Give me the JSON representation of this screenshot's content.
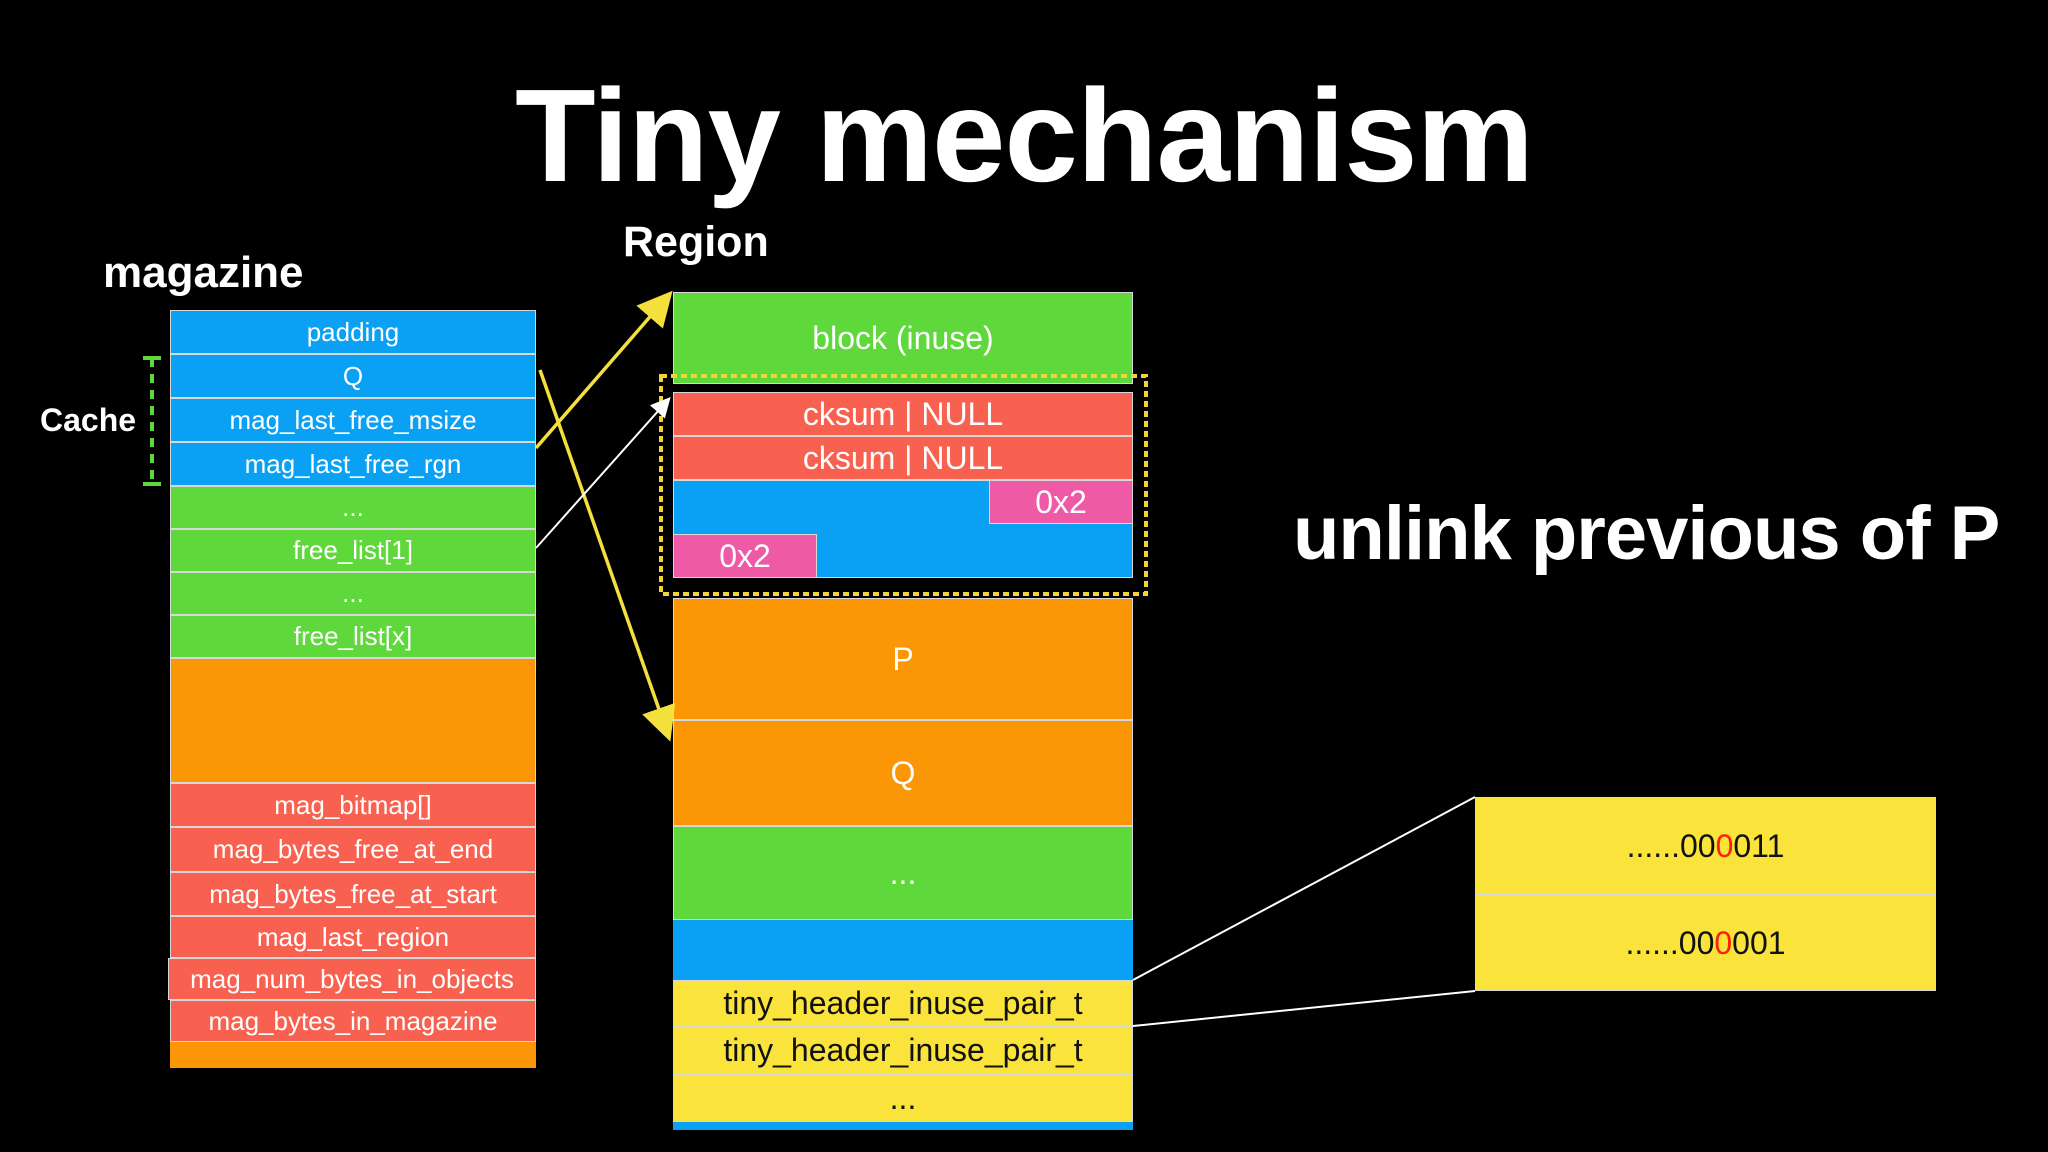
{
  "title": "Tiny mechanism",
  "labels": {
    "magazine": "magazine",
    "region": "Region",
    "cache": "Cache",
    "note": "unlink previous of P"
  },
  "magazine_cells": [
    "padding",
    "Q",
    "mag_last_free_msize",
    "mag_last_free_rgn",
    "...",
    "free_list[1]",
    "...",
    "free_list[x]",
    "",
    "mag_bitmap[]",
    "mag_bytes_free_at_end",
    "mag_bytes_free_at_start",
    "mag_last_region",
    "mag_num_bytes_in_objects",
    "mag_bytes_in_magazine",
    ""
  ],
  "region_cells": [
    "block (inuse)",
    "cksum | NULL",
    "cksum | NULL",
    "",
    "0x2",
    "0x2",
    "P",
    "Q",
    "...",
    "",
    "tiny_header_inuse_pair_t",
    "tiny_header_inuse_pair_t",
    "..."
  ],
  "bitmap": {
    "row1": {
      "prefix": "......00",
      "mark": "0",
      "suffix": "011"
    },
    "row2": {
      "prefix": "......00",
      "mark": "0",
      "suffix": "001"
    }
  },
  "colors": {
    "blue": "#0aa0f4",
    "green": "#5ed83a",
    "orange": "#fb9607",
    "red": "#f8604f",
    "pink": "#ee5aa6",
    "yellow": "#fae33a",
    "arrow": "#f4e03c",
    "highlight": "#ff2000"
  }
}
